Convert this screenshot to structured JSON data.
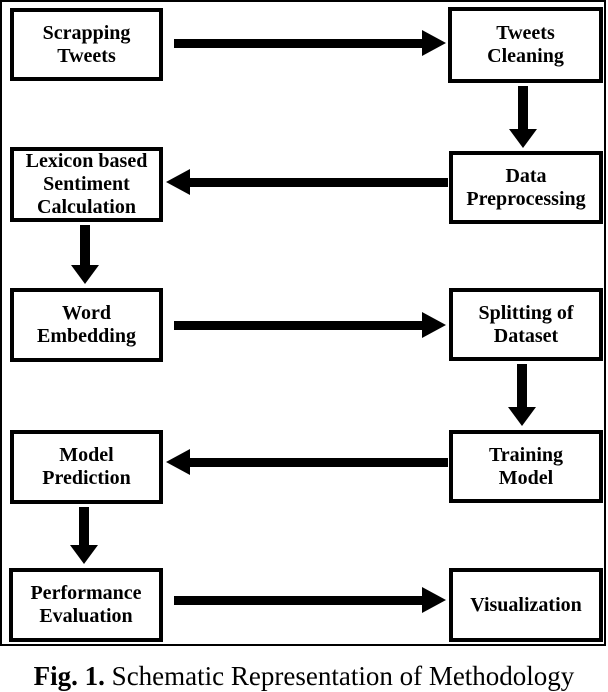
{
  "figure": {
    "caption": {
      "label": "Fig. 1.",
      "text": " Schematic Representation of Methodology"
    }
  },
  "flow": {
    "nodes": [
      {
        "id": "scrapping-tweets",
        "lines": [
          "Scrapping",
          "Tweets"
        ]
      },
      {
        "id": "tweets-cleaning",
        "lines": [
          "Tweets",
          "Cleaning"
        ]
      },
      {
        "id": "lexicon-sentiment",
        "lines": [
          "Lexicon based",
          "Sentiment",
          "Calculation"
        ]
      },
      {
        "id": "data-preprocessing",
        "lines": [
          "Data",
          "Preprocessing"
        ]
      },
      {
        "id": "word-embedding",
        "lines": [
          "Word",
          "Embedding"
        ]
      },
      {
        "id": "splitting-dataset",
        "lines": [
          "Splitting of",
          "Dataset"
        ]
      },
      {
        "id": "model-prediction",
        "lines": [
          "Model",
          "Prediction"
        ]
      },
      {
        "id": "training-model",
        "lines": [
          "Training",
          "Model"
        ]
      },
      {
        "id": "performance-evaluation",
        "lines": [
          "Performance",
          "Evaluation"
        ]
      },
      {
        "id": "visualization",
        "lines": [
          "Visualization"
        ]
      }
    ],
    "edges": [
      {
        "from": "Scrapping Tweets",
        "to": "Tweets Cleaning",
        "direction": "right"
      },
      {
        "from": "Tweets Cleaning",
        "to": "Data Preprocessing",
        "direction": "down"
      },
      {
        "from": "Data Preprocessing",
        "to": "Lexicon based Sentiment Calculation",
        "direction": "left"
      },
      {
        "from": "Lexicon based Sentiment Calculation",
        "to": "Word Embedding",
        "direction": "down"
      },
      {
        "from": "Word Embedding",
        "to": "Splitting of Dataset",
        "direction": "right"
      },
      {
        "from": "Splitting of Dataset",
        "to": "Training Model",
        "direction": "down"
      },
      {
        "from": "Training Model",
        "to": "Model Prediction",
        "direction": "left"
      },
      {
        "from": "Model Prediction",
        "to": "Performance Evaluation",
        "direction": "down"
      },
      {
        "from": "Performance Evaluation",
        "to": "Visualization",
        "direction": "right"
      }
    ],
    "colors": {
      "ink": "#000000",
      "background": "#ffffff"
    }
  }
}
